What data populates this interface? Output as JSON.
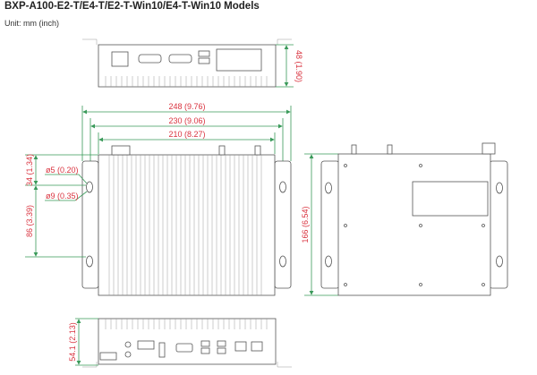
{
  "title": "BXP-A100-E2-T/E4-T/E2-T-Win10/E4-T-Win10 Models",
  "unit": "Unit: mm (inch)",
  "dimensions": {
    "front_height": "48 (1.90)",
    "width_overall": "248 (9.76)",
    "width_holes": "230 (9.06)",
    "width_body": "210 (8.27)",
    "hole_top_offset": "34 (1.34)",
    "hole_spacing": "86 (3.39)",
    "hole_small": "ø5 (0.20)",
    "hole_large": "ø9 (0.35)",
    "depth": "166 (6.54)",
    "rear_height": "54.1 (2.13)"
  },
  "colors": {
    "dimension_line": "#3a9a5a",
    "dimension_text": "#d9333f"
  }
}
